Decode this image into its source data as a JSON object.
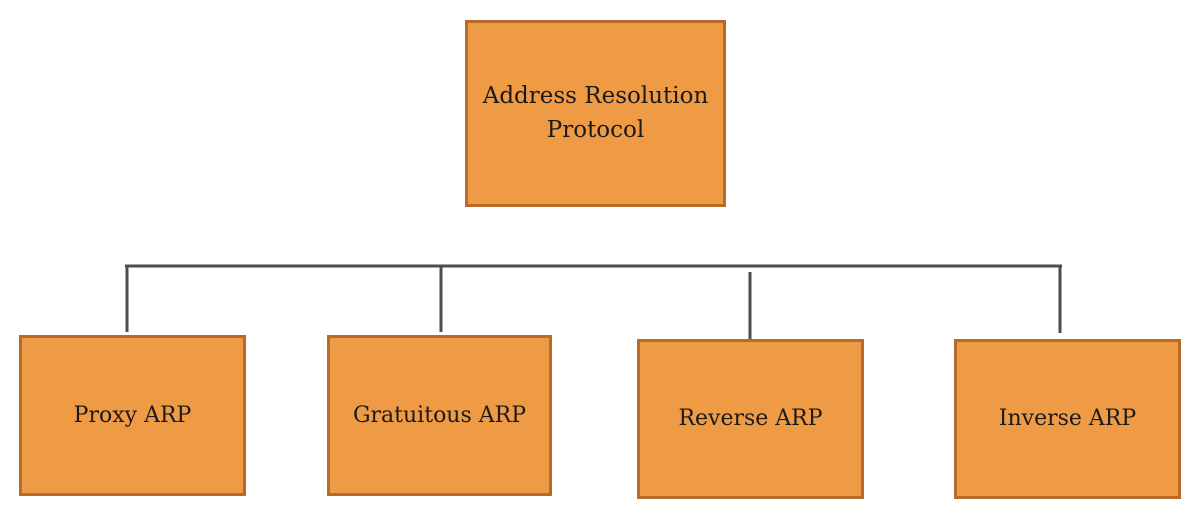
{
  "diagram": {
    "root": {
      "label": "Address Resolution\nProtocol"
    },
    "children": [
      {
        "label": "Proxy ARP"
      },
      {
        "label": "Gratuitous ARP"
      },
      {
        "label": "Reverse ARP"
      },
      {
        "label": "Inverse ARP"
      }
    ]
  },
  "colors": {
    "box_fill": "#EF9A45",
    "box_border": "#B86A2A",
    "connector": "#4D4D4D"
  }
}
